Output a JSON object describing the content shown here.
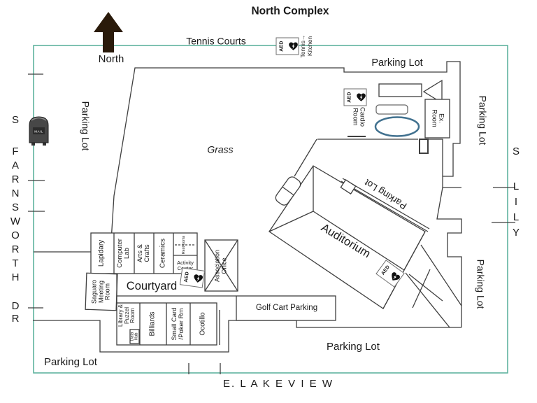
{
  "title": "North Complex",
  "compass": {
    "label": "North"
  },
  "streets": {
    "west": {
      "prefix": "S",
      "name": "F\nA\nR\nN\nS\nW\nO\nR\nT\nH",
      "suffix": "D\nR"
    },
    "east": {
      "prefix": "S",
      "name": "L\nI\nL\nY"
    },
    "south": {
      "name": "E. L A K E V I E W"
    }
  },
  "areas": {
    "tennis_courts": "Tennis Courts",
    "grass": "Grass",
    "courtyard": "Courtyard",
    "parking_north": "Parking Lot",
    "parking_west": "Parking Lot",
    "parking_east_upper": "Parking Lot",
    "parking_east_lower": "Parking Lot",
    "parking_south": "Parking Lot",
    "parking_southwest": "Parking Lot",
    "parking_auditorium": "Parking Lot",
    "golf_cart": "Golf Cart Parking"
  },
  "buildings": {
    "auditorium": "Auditorium",
    "lapidary": "Lapidary",
    "computer_lab": "Computer\nLab",
    "arts_crafts": "Arts &\nCrafts",
    "ceramics": "Ceramics",
    "restrooms": "Restrooms",
    "activity_center": "Activity\nCenter",
    "association_office": "Association\nOffice",
    "saguaro": "Saguaro\nMeeting\nRoom",
    "library": "Library &\nPuzzel\nRoom",
    "data_hub": "Data\nHub",
    "billiards": "Billiards",
    "small_card": "Small Card\n/Poker Rm",
    "ocotillo": "Ocotillo",
    "cardio": "Cardio\nRoom",
    "ex_room": "Ex.\nRoom",
    "tennis_kitchen": "Tennis→\nKitchen"
  },
  "aed": {
    "label": "AED"
  },
  "mailbox": {
    "label": "MAIL"
  },
  "colors": {
    "border": "#5fb39e",
    "line": "#3f3f3f",
    "pool": "#41718f",
    "arrow": "#2a1a0a"
  }
}
